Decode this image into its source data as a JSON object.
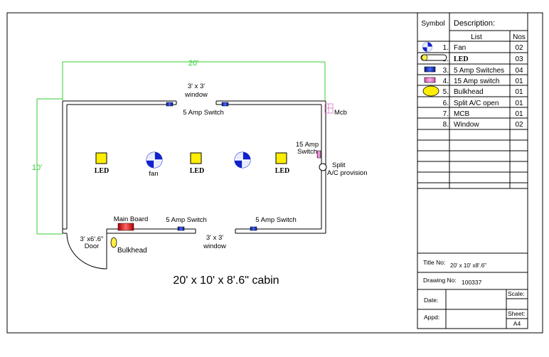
{
  "drawing": {
    "title": "20' x 10' x 8'.6\" cabin",
    "dimensions": {
      "length": "20'",
      "width": "10'"
    },
    "labels": {
      "window_top": [
        "3' x 3'",
        "window"
      ],
      "window_bottom": [
        "3' x 3'",
        "window"
      ],
      "switch_top": "5 Amp Switch",
      "switch_bottom_left": "5 Amp Switch",
      "switch_bottom_right": "5 Amp Switch",
      "mcb": "Mcb",
      "switch_15amp": [
        "15 Amp",
        "Switch"
      ],
      "split_ac": [
        "Split",
        "A/C provision"
      ],
      "main_board": "Main Board",
      "door": [
        "3' x6'.6\"",
        "Door"
      ],
      "bulkhead": "Bulkhead",
      "led": "LED",
      "fan": "fan"
    }
  },
  "legend": {
    "header_symbol": "Symbol",
    "header_description": "Description:",
    "header_list": "List",
    "header_nos": "Nos",
    "items": [
      {
        "num": "1.",
        "desc": "Fan",
        "nos": "02",
        "icon": "fan-icon"
      },
      {
        "num": "2.",
        "desc": "LED",
        "nos": "03",
        "icon": "led-tube-icon"
      },
      {
        "num": "3.",
        "desc": "5 Amp Switches",
        "nos": "04",
        "icon": "switch-5amp-icon"
      },
      {
        "num": "4.",
        "desc": "15 Amp switch",
        "nos": "01",
        "icon": "switch-15amp-icon"
      },
      {
        "num": "5.",
        "desc": "Bulkhead",
        "nos": "01",
        "icon": "bulkhead-icon"
      },
      {
        "num": "6.",
        "desc": "Split A/C open",
        "nos": "01",
        "icon": ""
      },
      {
        "num": "7.",
        "desc": "MCB",
        "nos": "01",
        "icon": ""
      },
      {
        "num": "8.",
        "desc": "Window",
        "nos": "02",
        "icon": ""
      }
    ]
  },
  "title_block": {
    "title_no_label": "Title No:",
    "title_no_value": "20' x 10' x8'.6\"",
    "drawing_no_label": "Drawing No:",
    "drawing_no_value": "100337",
    "date_label": "Date:",
    "scale_label": "Scale:",
    "appd_label": "Appd:",
    "sheet_label": "Sheet:",
    "sheet_value": "A4"
  },
  "colors": {
    "wall": "#000000",
    "dimension": "#33cc33",
    "led": "#ffee00",
    "switch": "#2233cc",
    "main_board": "#dd2222",
    "mcb": "#dd88cc",
    "bulkhead": "#ffee44",
    "fan_blue": "#1122cc"
  }
}
